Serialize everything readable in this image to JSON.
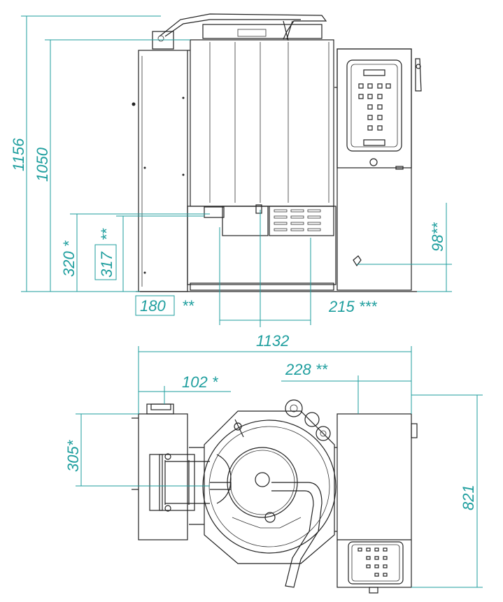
{
  "colors": {
    "dimension": "#1e9e9e",
    "line": "#222222",
    "background": "#ffffff"
  },
  "dimensions": {
    "d1156": "1156",
    "d1050": "1050",
    "d320": "320 *",
    "d317": "317",
    "d317_mark": "**",
    "d180": "180",
    "d180_mark": "**",
    "d215": "215 ***",
    "d98": "98**",
    "d1132": "1132",
    "d228": "228 **",
    "d102": "102 *",
    "d305": "305*",
    "d821": "821"
  }
}
